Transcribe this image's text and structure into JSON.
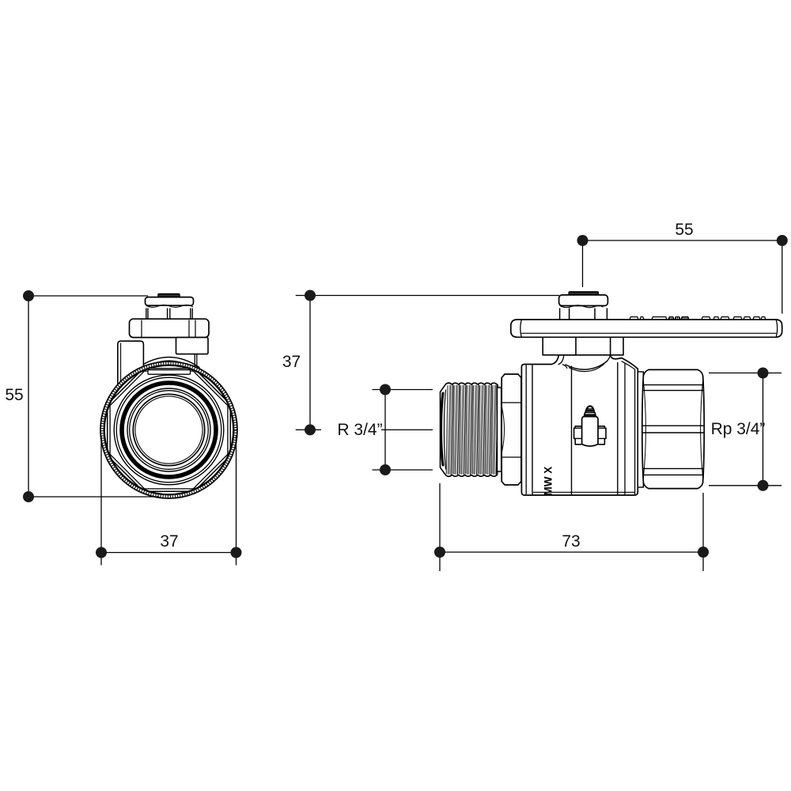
{
  "drawing": {
    "type": "2D CAD technical drawing",
    "subject": "Ball valve with lever handle, male R thread to female Rp thread",
    "background_color": "#ffffff",
    "line_color": "#000000",
    "units": "mm",
    "views": [
      {
        "id": "front-view",
        "description": "End-on front view of valve showing round union nut, bore and lever seen from the end"
      },
      {
        "id": "side-view",
        "description": "Side elevation showing male thread, hex, valve body, bleed valve, lever handle and female hex end"
      }
    ],
    "side_view": {
      "body_marking": "MW X"
    },
    "dimensions": {
      "front_height": {
        "label": "55",
        "value": 55,
        "units": "mm",
        "orientation": "vertical",
        "measures": "overall height of valve in front view"
      },
      "front_width": {
        "label": "37",
        "value": 37,
        "units": "mm",
        "orientation": "horizontal",
        "measures": "outer diameter of union nut"
      },
      "handle_length": {
        "label": "55",
        "value": 55,
        "units": "mm",
        "orientation": "horizontal",
        "measures": "lever handle length from stem axis"
      },
      "stem_height": {
        "label": "37",
        "value": 37,
        "units": "mm",
        "orientation": "vertical",
        "measures": "height from pipe axis to top of stem"
      },
      "male_thread": {
        "label": "R 3/4”",
        "value": "R 3/4",
        "units": "inch",
        "orientation": "vertical",
        "measures": "male taper pipe thread size"
      },
      "female_thread": {
        "label": "Rp 3/4”",
        "value": "Rp 3/4",
        "units": "inch",
        "orientation": "vertical",
        "measures": "female parallel pipe thread size"
      },
      "body_length": {
        "label": "73",
        "value": 73,
        "units": "mm",
        "orientation": "horizontal",
        "measures": "overall body length"
      }
    }
  }
}
